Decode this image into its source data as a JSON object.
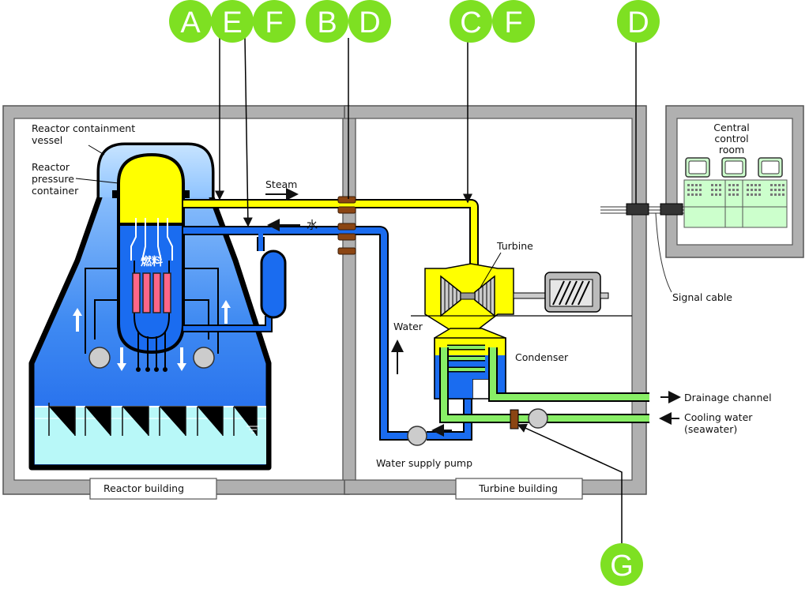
{
  "labels": {
    "containment": [
      "Reactor containment",
      "vessel"
    ],
    "pressure": [
      "Reactor",
      "pressure",
      "container"
    ],
    "steam": "Steam",
    "water_jp": "水",
    "fuel_jp": "燃料",
    "turbine": "Turbine",
    "water": "Water",
    "condenser": "Condenser",
    "drainage": "Drainage channel",
    "cooling": [
      "Cooling water",
      "(seawater)"
    ],
    "pump": "Water supply pump",
    "signal_cable": "Signal cable",
    "control_room": [
      "Central",
      "control",
      "room"
    ],
    "reactor_building": "Reactor building",
    "turbine_building": "Turbine building"
  },
  "badges": [
    "A",
    "E",
    "F",
    "B",
    "D",
    "C",
    "F",
    "D",
    "G"
  ],
  "colors": {
    "badge": "#7ee022",
    "steam": "#ffff00",
    "water": "#1a6cf0",
    "cooling": "#88ee66",
    "building": "#b0b0b0",
    "pool": "#b8f8f8"
  }
}
